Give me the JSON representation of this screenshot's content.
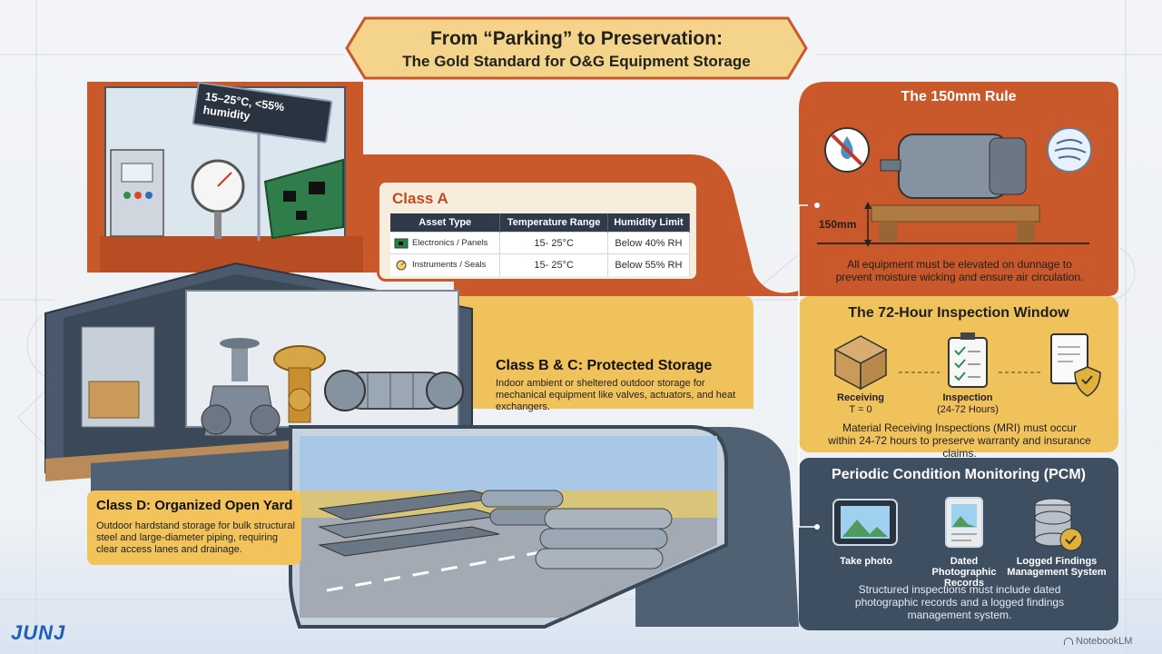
{
  "title": {
    "line1": "From “Parking” to Preservation:",
    "line2": "The Gold Standard for O&G Equipment Storage"
  },
  "class_a": {
    "sign": "15–25°C, <55% humidity",
    "title": "Class A",
    "headers": [
      "Asset Type",
      "Temperature Range",
      "Humidity Limit"
    ],
    "rows": [
      {
        "asset": "Electronics / Panels",
        "icon": "circuit-board-icon",
        "temp": "15- 25°C",
        "humidity": "Below 40% RH"
      },
      {
        "asset": "Instruments / Seals",
        "icon": "gauge-icon",
        "temp": "15- 25°C",
        "humidity": "Below 55% RH"
      }
    ]
  },
  "class_bc": {
    "title": "Class B & C: Protected Storage",
    "desc": "Indoor ambient or sheltered outdoor storage for mechanical equipment like valves, actuators, and heat exchangers."
  },
  "class_d": {
    "title": "Class D: Organized Open Yard",
    "desc": "Outdoor hardstand storage for bulk structural steel and large-diameter piping, requiring clear access lanes and drainage."
  },
  "rule150": {
    "title": "The 150mm Rule",
    "measure": "150mm",
    "desc": "All equipment must be elevated on dunnage to prevent moisture wicking and ensure air circulation."
  },
  "inspection": {
    "title": "The 72-Hour Inspection Window",
    "steps": [
      {
        "label": "Receiving",
        "sub": "T = 0",
        "icon": "box-icon"
      },
      {
        "label": "Inspection",
        "sub": "(24-72 Hours)",
        "icon": "clipboard-check-icon"
      },
      {
        "label": "",
        "sub": "",
        "icon": "document-shield-icon"
      }
    ],
    "desc": "Material Receiving Inspections (MRI) must occur within 24-72 hours to preserve warranty and insurance claims."
  },
  "pcm": {
    "title": "Periodic Condition Monitoring (PCM)",
    "steps": [
      {
        "label": "Take photo",
        "icon": "tablet-photo-icon"
      },
      {
        "label": "Dated Photographic Records",
        "icon": "photo-record-icon"
      },
      {
        "label": "Logged Findings Management System",
        "icon": "database-check-icon"
      }
    ],
    "desc": "Structured inspections must include dated photographic records and a logged findings management system."
  },
  "footer": {
    "brand_left": "JUNJ",
    "brand_right": "NotebookLM"
  },
  "colors": {
    "orange": "#c9582a",
    "gold": "#f0c25c",
    "slate": "#3d4f61",
    "navy": "#2a3340"
  }
}
